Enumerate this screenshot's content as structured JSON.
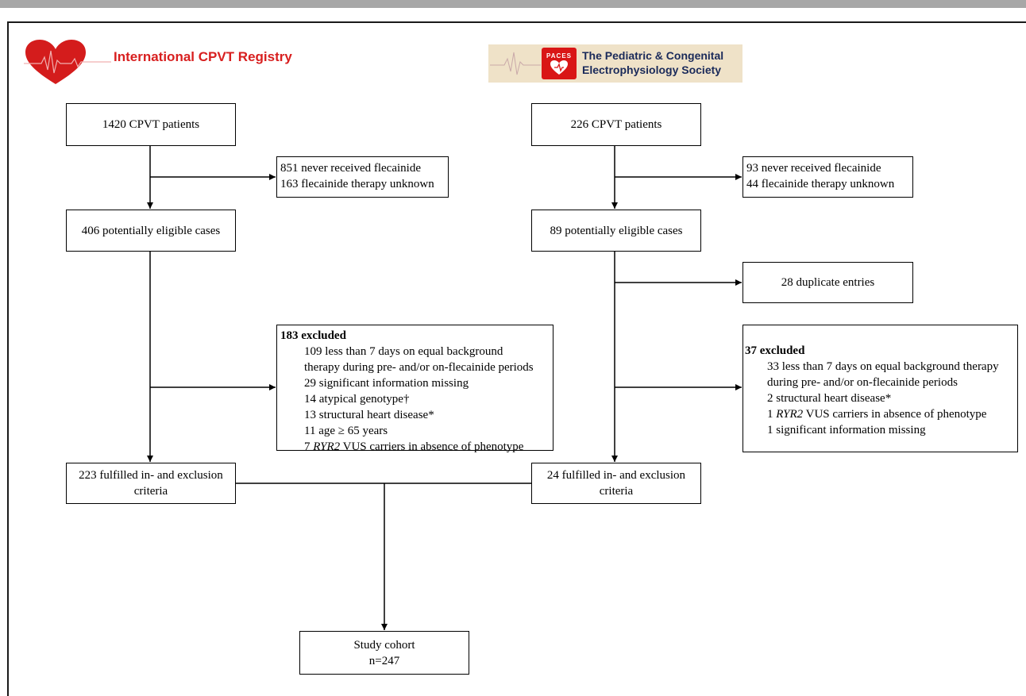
{
  "logos": {
    "left": {
      "text": "International CPVT Registry"
    },
    "right": {
      "badge": "PACES",
      "line1": "The Pediatric & Congenital",
      "line2": "Electrophysiology Society"
    }
  },
  "left": {
    "start": "1420 CPVT patients",
    "removed": [
      "851 never received flecainide",
      "163 flecainide therapy unknown"
    ],
    "eligible": "406 potentially eligible cases",
    "excluded_title": "183 excluded",
    "excluded_lines": {
      "l1": "109 less than 7 days on equal background",
      "l2": "therapy during pre- and/or on-flecainide periods",
      "l3": "29 significant information missing",
      "l4": "14 atypical genotype†",
      "l5": "13 structural heart disease*",
      "l6": "11 age ≥ 65 years",
      "l7_pre": "7 ",
      "l7_gene": "RYR2",
      "l7_post": " VUS carriers in absence of phenotype"
    },
    "fulfilled": [
      "223 fulfilled in- and exclusion",
      "criteria"
    ]
  },
  "right": {
    "start": "226 CPVT patients",
    "removed": [
      "93 never received flecainide",
      "44 flecainide therapy unknown"
    ],
    "eligible": "89 potentially eligible cases",
    "duplicates": "28 duplicate entries",
    "excluded_title": "37 excluded",
    "excluded_lines": {
      "l1": "33 less than 7 days on equal background therapy",
      "l2": "during pre- and/or on-flecainide periods",
      "l3": "2 structural heart disease*",
      "l4_pre": "1 ",
      "l4_gene": "RYR2",
      "l4_post": " VUS carriers in absence of phenotype",
      "l5": "1 significant information missing"
    },
    "fulfilled": [
      "24 fulfilled in- and exclusion",
      "criteria"
    ]
  },
  "cohort": [
    "Study cohort",
    "n=247"
  ]
}
